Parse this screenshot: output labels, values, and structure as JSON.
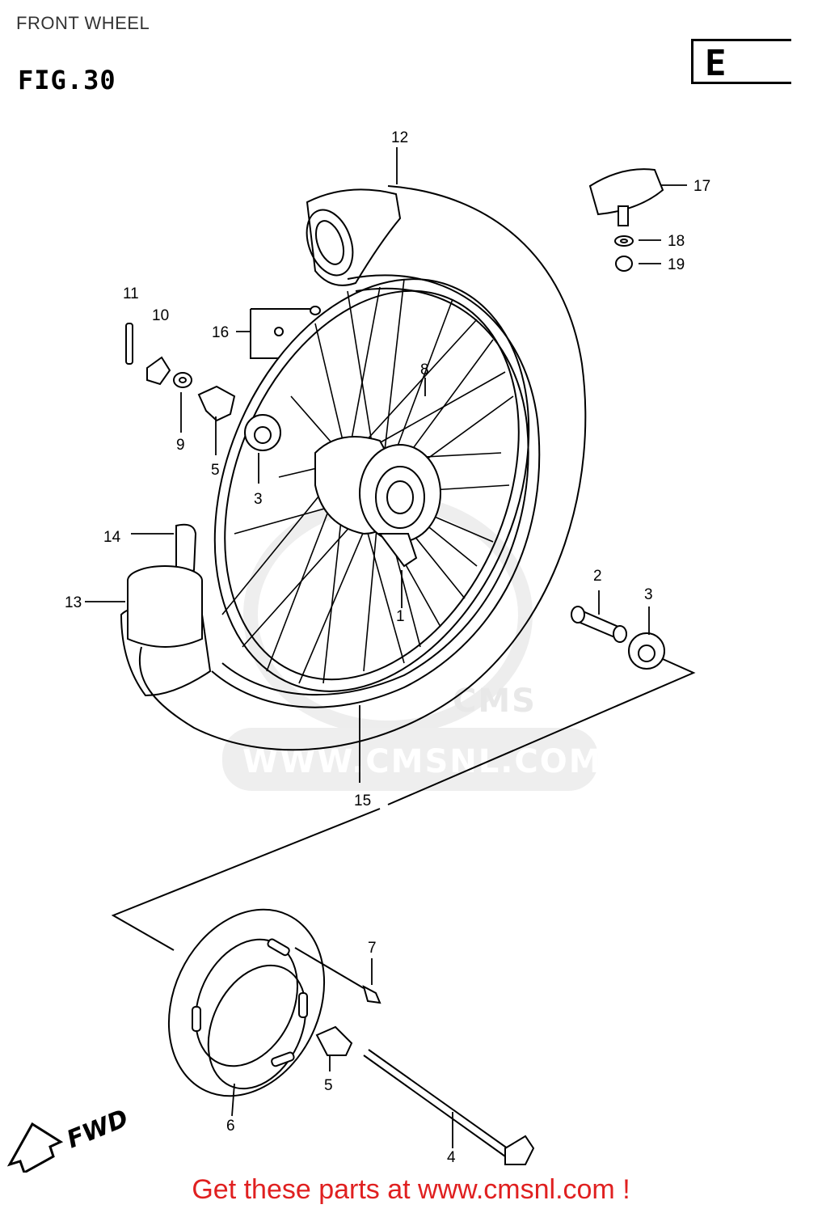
{
  "header": {
    "title": "FRONT WHEEL",
    "figure": "FIG.30",
    "code": "E -"
  },
  "watermark": {
    "brand": "CMS",
    "url": "WWW.CMSNL.COM"
  },
  "diagram": {
    "direction_label": "FWD",
    "callouts": [
      "1",
      "2",
      "3",
      "3",
      "4",
      "5",
      "5",
      "6",
      "7",
      "8",
      "9",
      "10",
      "11",
      "12",
      "13",
      "14",
      "15",
      "16",
      "17",
      "18",
      "19"
    ]
  },
  "footer": {
    "link_text": "Get these parts at www.cmsnl.com !",
    "link_color": "#e02020"
  }
}
